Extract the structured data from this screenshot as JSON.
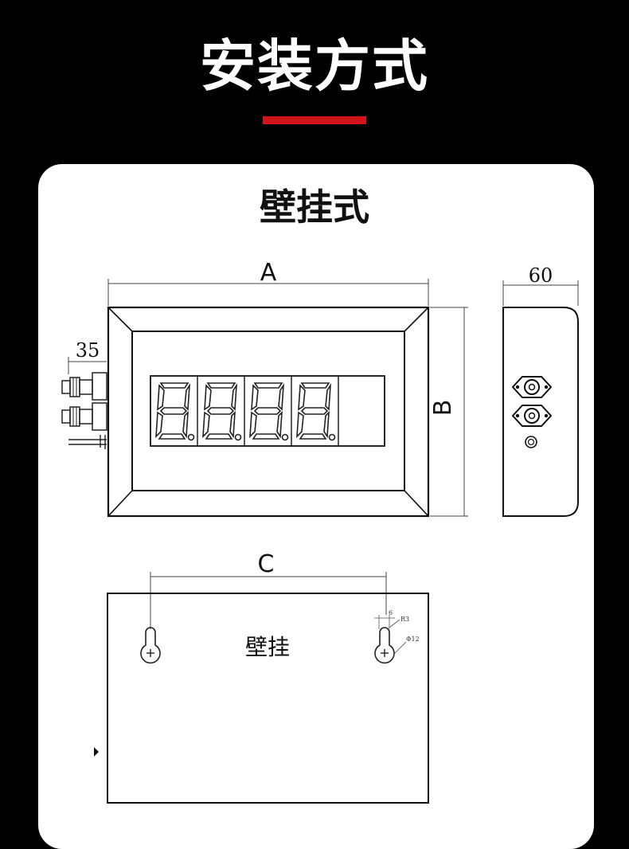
{
  "header": {
    "title": "安装方式",
    "accent_color": "#d0141a"
  },
  "card": {
    "title": "壁挂式"
  },
  "front_view": {
    "width_label": "A",
    "height_label": "B",
    "connector_label": "35",
    "digit_count": 4
  },
  "side_view": {
    "depth_label": "60"
  },
  "back_view": {
    "spacing_label": "C",
    "mount_label": "壁挂",
    "slot_width_label": "6",
    "slot_top_label": "R3",
    "hole_label": "Φ12"
  }
}
